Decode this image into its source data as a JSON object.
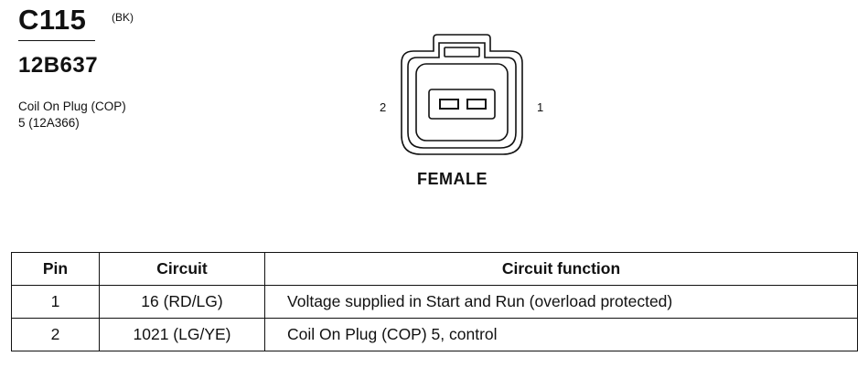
{
  "connector": {
    "id": "C115",
    "color_code": "(BK)",
    "part_number": "12B637",
    "description_lines": [
      "Coil On Plug (COP)",
      "5 (12A366)"
    ],
    "pin_left": "2",
    "pin_right": "1",
    "gender": "FEMALE"
  },
  "table": {
    "headers": [
      "Pin",
      "Circuit",
      "Circuit function"
    ],
    "rows": [
      {
        "pin": "1",
        "circuit": "16 (RD/LG)",
        "function": "Voltage supplied in Start and Run (overload protected)"
      },
      {
        "pin": "2",
        "circuit": "1021 (LG/YE)",
        "function": "Coil On Plug (COP) 5, control"
      }
    ]
  }
}
